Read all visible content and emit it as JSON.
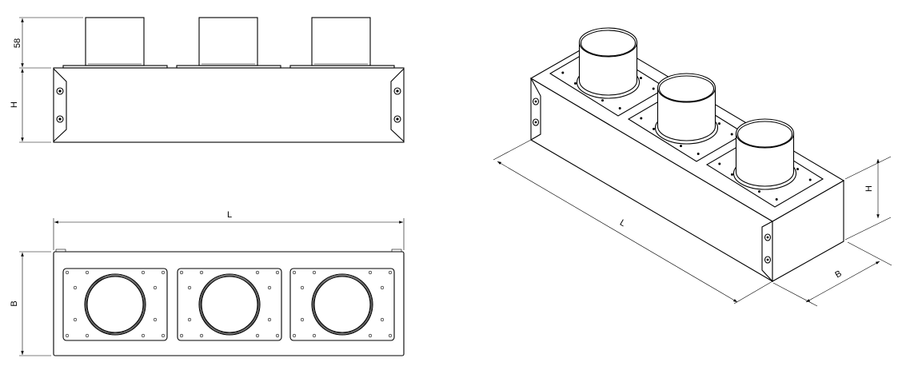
{
  "front_view": {
    "pipe_height_label": "58",
    "height_label": "H",
    "pipe_count": 3
  },
  "top_view": {
    "length_label": "L",
    "width_label": "B",
    "plate_count": 3
  },
  "isometric_view": {
    "length_label": "L",
    "height_label": "H",
    "width_label": "B",
    "pipe_count": 3
  }
}
